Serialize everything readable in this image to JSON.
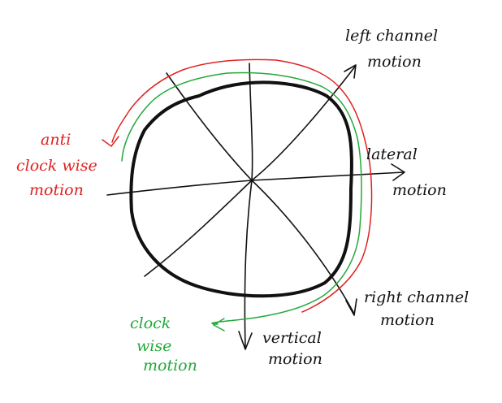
{
  "colors": {
    "ink": "#111111",
    "red": "#e02020",
    "green": "#22a83a"
  },
  "labels": {
    "left_channel": [
      "left channel",
      "motion"
    ],
    "lateral": [
      "lateral",
      "motion"
    ],
    "right_channel": [
      "right channel",
      "motion"
    ],
    "vertical": [
      "vertical",
      "motion"
    ],
    "clockwise": [
      "clock",
      "wise",
      "motion"
    ],
    "anticlockwise": [
      "anti",
      "clock wise",
      "motion"
    ]
  }
}
